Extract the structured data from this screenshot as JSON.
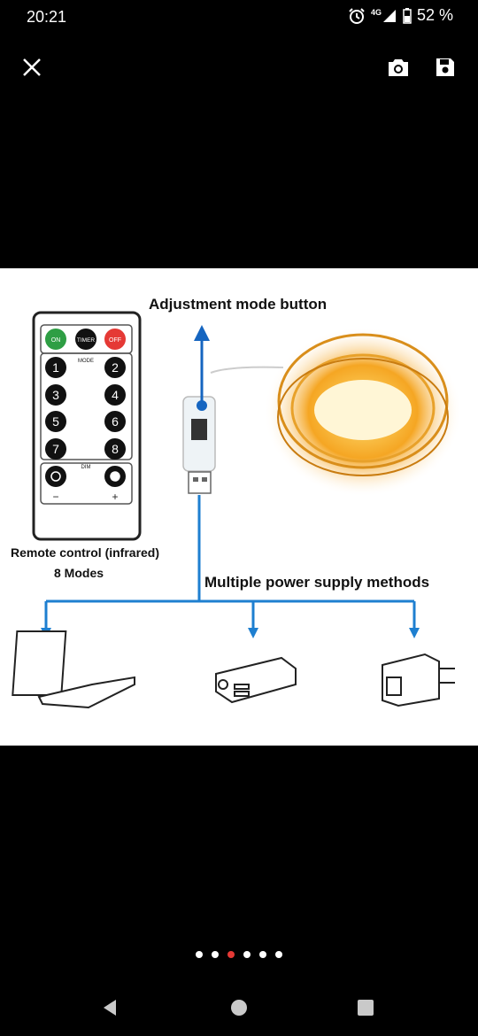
{
  "status_bar": {
    "time": "20:21",
    "network": "4G",
    "battery": "52 %",
    "icons": [
      "alarm-icon",
      "signal-icon",
      "battery-icon"
    ]
  },
  "toolbar": {
    "icons": [
      "close-icon",
      "camera-icon",
      "save-icon"
    ]
  },
  "image": {
    "heading": "Adjustment mode button",
    "remote_caption_line1": "Remote control (infrared)",
    "remote_caption_line2": "8 Modes",
    "power_label": "Multiple power supply methods",
    "remote": {
      "on": "ON",
      "timer": "TIMER",
      "off": "OFF",
      "mode": "MODE",
      "dim": "DIM",
      "minus": "−",
      "plus": "+",
      "buttons": [
        "1",
        "2",
        "3",
        "4",
        "5",
        "6",
        "7",
        "8"
      ]
    },
    "colors": {
      "on": "#2e9e44",
      "off": "#e53935",
      "arrow": "#1565c0",
      "blue": "#1e7fd0"
    }
  },
  "pager": {
    "count": 6,
    "active_index": 2
  },
  "nav": {
    "icons": [
      "back-icon",
      "home-icon",
      "recents-icon"
    ]
  }
}
